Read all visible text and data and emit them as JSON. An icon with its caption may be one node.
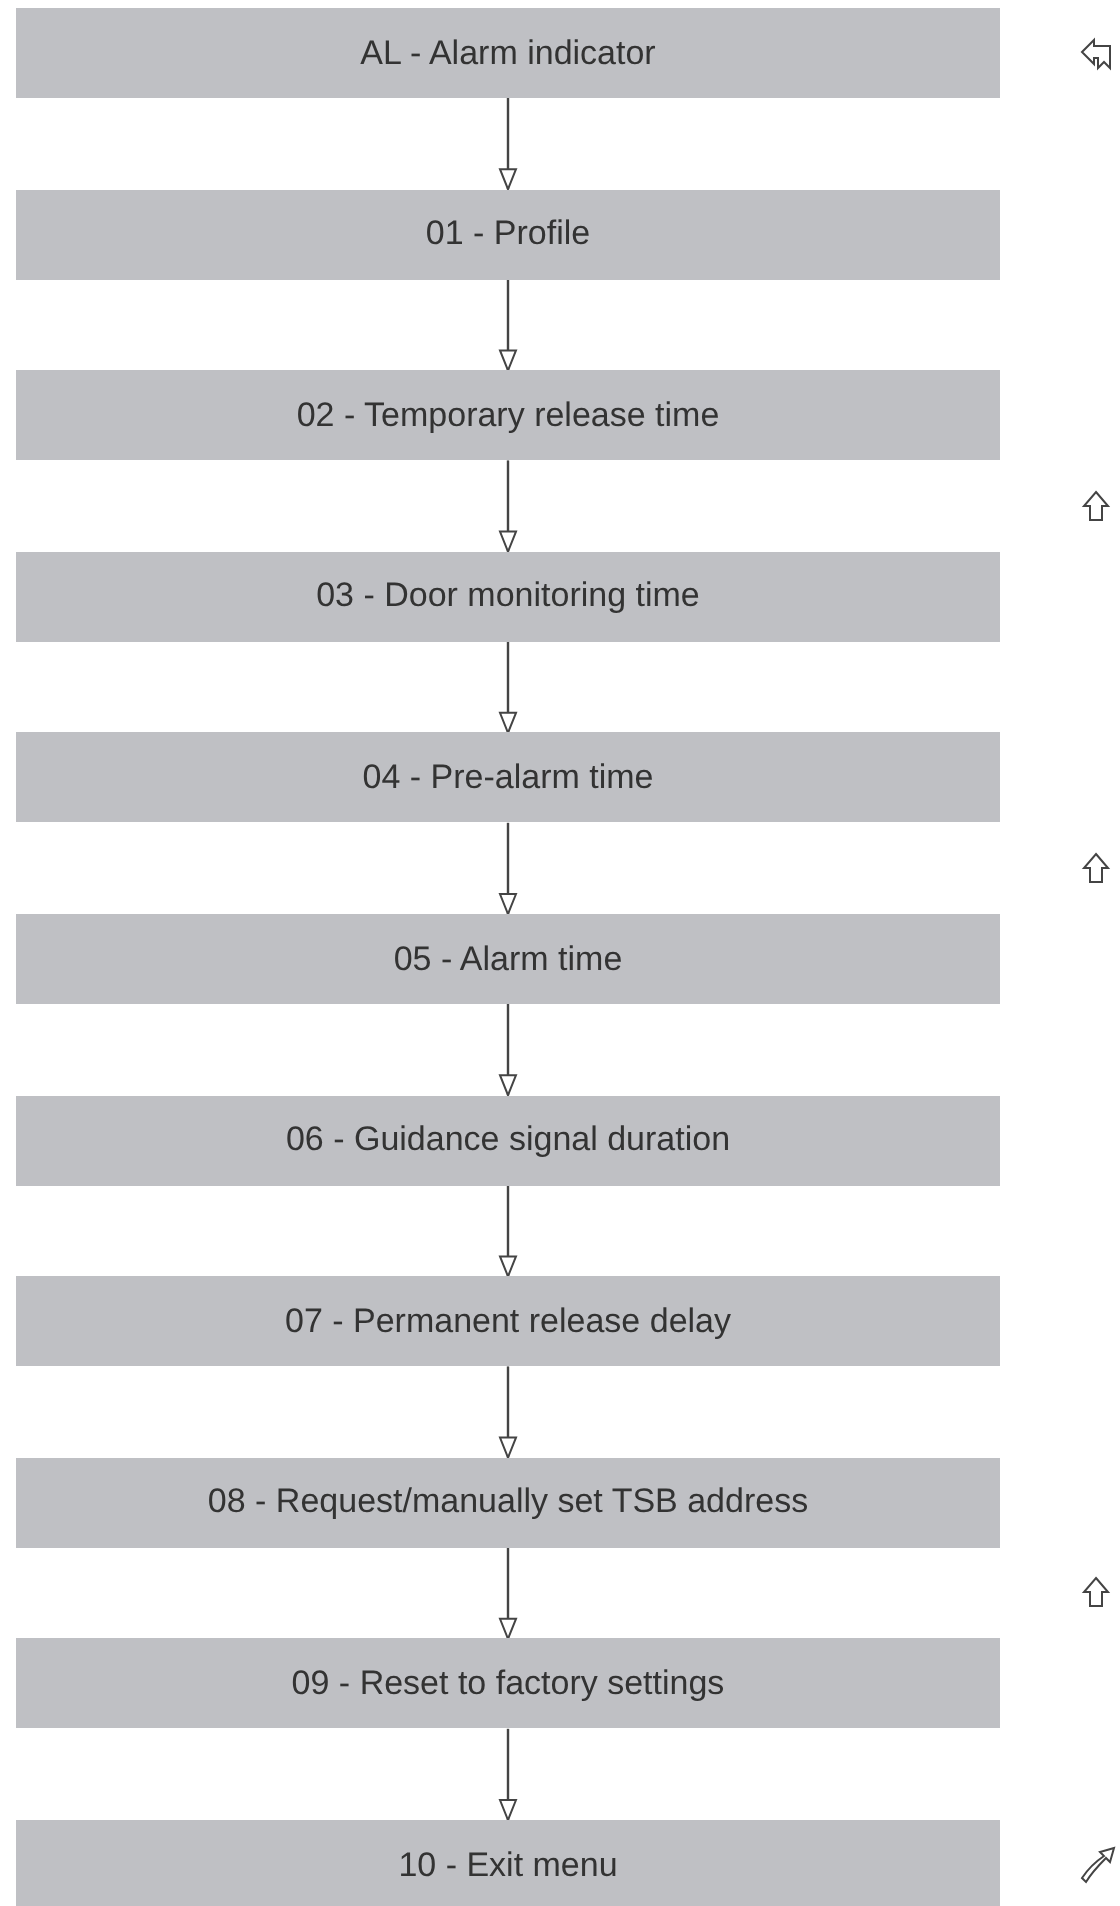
{
  "diagram": {
    "nodes": [
      {
        "text": [
          "AL - Alarm indicator"
        ]
      },
      {
        "text": [
          "01 - Profile"
        ]
      },
      {
        "text": [
          "02 - Temporary release time"
        ]
      },
      {
        "text": [
          "03 - Door monitoring time"
        ]
      },
      {
        "text": [
          "04 - Pre-alarm time"
        ]
      },
      {
        "text": [
          "05 - Alarm time"
        ]
      },
      {
        "text": [
          "06 - Guidance signal duration"
        ]
      },
      {
        "text": [
          "07 - Permanent release delay"
        ]
      },
      {
        "text": [
          "08 - Request/manually set TSB address"
        ]
      },
      {
        "text": [
          "09 - Reset to factory settings"
        ]
      },
      {
        "text": [
          "10 - Exit menu"
        ]
      }
    ],
    "edges": [
      {
        "from": 0,
        "to": 1,
        "arrow": "to"
      },
      {
        "from": 1,
        "to": 2,
        "arrow": "to"
      },
      {
        "from": 2,
        "to": 3,
        "arrow": "to"
      },
      {
        "from": 3,
        "to": 4,
        "arrow": "to"
      },
      {
        "from": 4,
        "to": 5,
        "arrow": "to"
      },
      {
        "from": 5,
        "to": 6,
        "arrow": "to"
      },
      {
        "from": 6,
        "to": 7,
        "arrow": "to"
      },
      {
        "from": 7,
        "to": 8,
        "arrow": "to"
      },
      {
        "from": 8,
        "to": 9,
        "arrow": "to"
      },
      {
        "from": 9,
        "to": 10,
        "arrow": "to"
      }
    ]
  }
}
